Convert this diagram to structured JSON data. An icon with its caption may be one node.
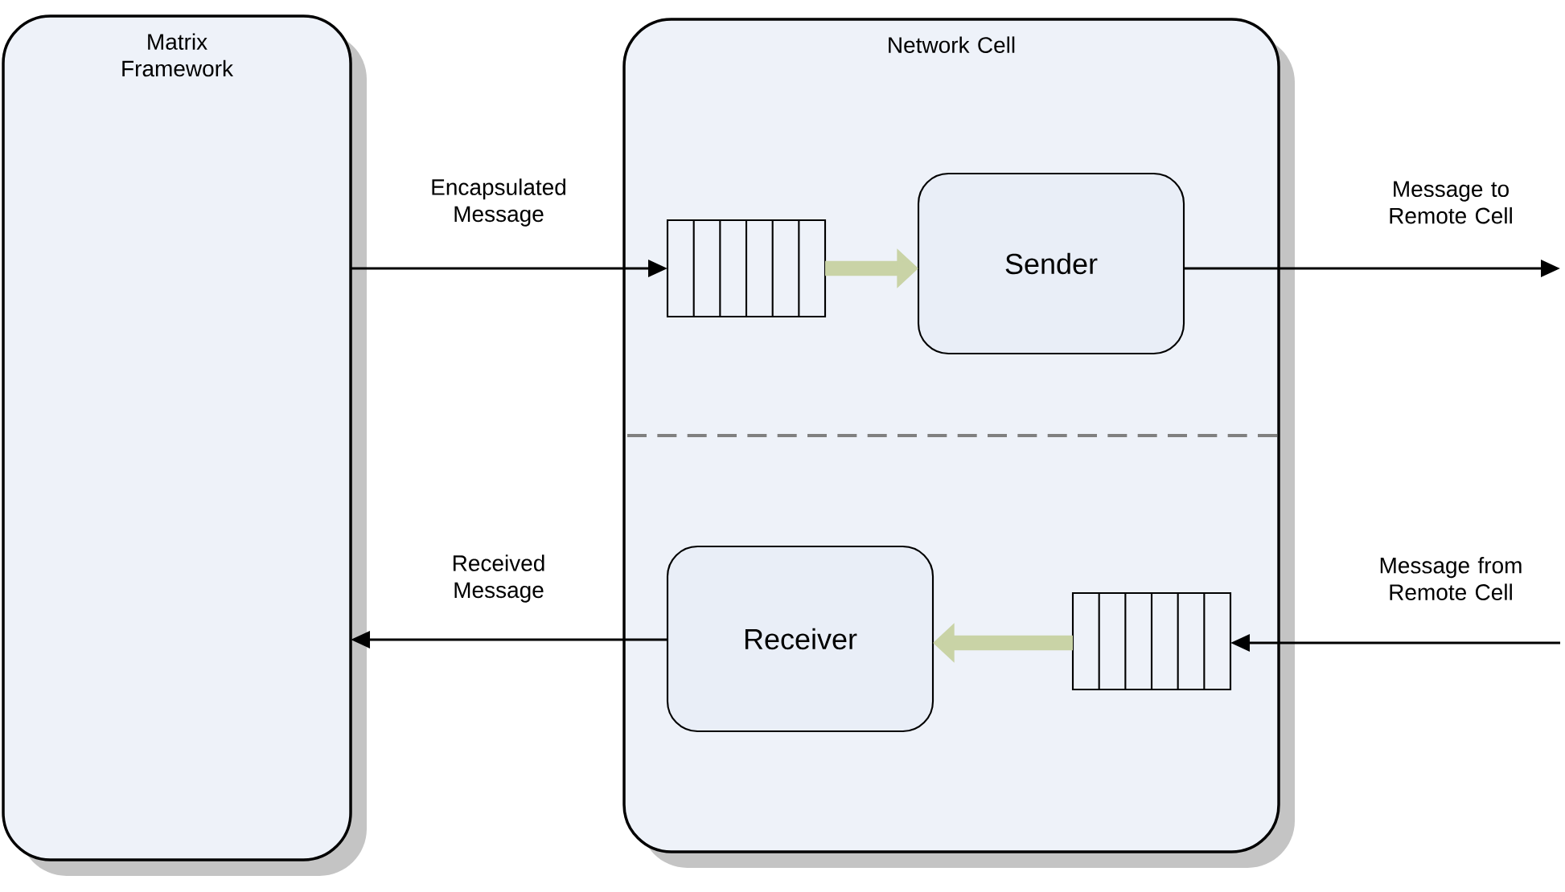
{
  "diagram": {
    "nodes": [
      {
        "text": [
          "Matrix Framework"
        ]
      },
      {
        "text": [
          "Network Cell"
        ]
      },
      {
        "text": [],
        "shape": "queue",
        "in": 1
      },
      {
        "text": [
          "Sender"
        ],
        "in": 1
      },
      {
        "text": [
          "Receiver"
        ],
        "in": 1
      },
      {
        "text": [],
        "shape": "queue",
        "in": 1
      }
    ],
    "edges": [
      {
        "from": 0,
        "to": 2,
        "arrow": "to",
        "label": "Encapsulated Message"
      },
      {
        "from": 2,
        "to": 3,
        "arrow": "to",
        "style": "thick",
        "color": "#c9d3a6"
      },
      {
        "from": 3,
        "to": null,
        "arrow": "to",
        "label": "Message to Remote Cell"
      },
      {
        "from": null,
        "to": 5,
        "arrow": "to",
        "label": "Message from Remote Cell"
      },
      {
        "from": 5,
        "to": 4,
        "arrow": "to",
        "style": "thick",
        "color": "#c9d3a6"
      },
      {
        "from": 4,
        "to": 0,
        "arrow": "to",
        "label": "Received Message"
      }
    ]
  }
}
